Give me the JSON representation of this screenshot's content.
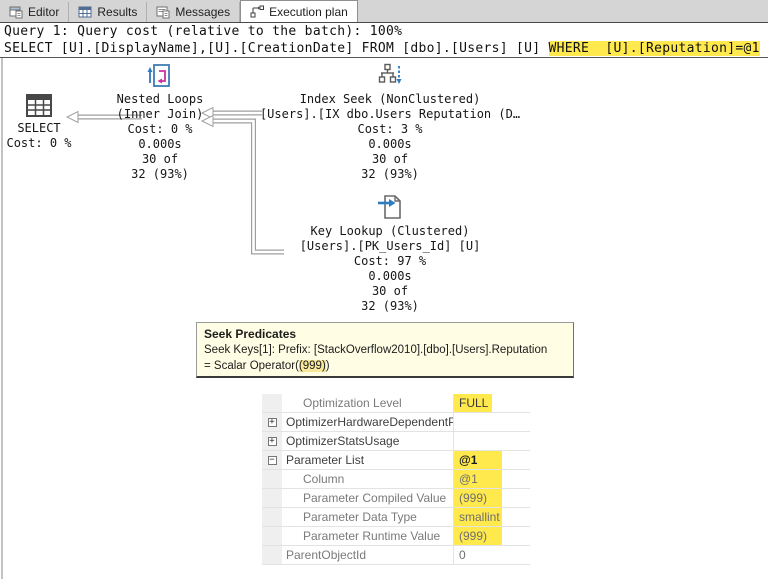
{
  "tabs": [
    {
      "label": "Editor",
      "icon": "editor-icon",
      "active": false
    },
    {
      "label": "Results",
      "icon": "results-icon",
      "active": false
    },
    {
      "label": "Messages",
      "icon": "messages-icon",
      "active": false
    },
    {
      "label": "Execution plan",
      "icon": "execution-plan-icon",
      "active": true
    }
  ],
  "query_header": {
    "line1": "Query 1: Query cost (relative to the batch): 100%",
    "select_pre": "SELECT [U].[DisplayName],[U].[CreationDate] FROM [dbo].[Users] [U] ",
    "select_highlight": "WHERE  [U].[Reputation]=@1"
  },
  "plan": {
    "select_node": {
      "icon": "result-grid-icon",
      "lines": [
        "SELECT",
        "Cost: 0 %"
      ]
    },
    "nested_loops": {
      "icon": "nested-loops-icon",
      "lines": [
        "Nested Loops",
        "(Inner Join)",
        "Cost: 0 %",
        "0.000s",
        "30 of",
        "32 (93%)"
      ]
    },
    "index_seek": {
      "icon": "index-seek-icon",
      "lines": [
        "Index Seek (NonClustered)",
        "[Users].[IX dbo.Users Reputation (D…",
        "Cost: 3 %",
        "0.000s",
        "30 of",
        "32 (93%)"
      ]
    },
    "key_lookup": {
      "icon": "key-lookup-icon",
      "lines": [
        "Key Lookup (Clustered)",
        "[Users].[PK_Users_Id] [U]",
        "Cost: 97 %",
        "0.000s",
        "30 of",
        "32 (93%)"
      ]
    }
  },
  "tooltip": {
    "title": "Seek Predicates",
    "line1": "Seek Keys[1]: Prefix: [StackOverflow2010].[dbo].[Users].Reputation",
    "line2_pre": "= Scalar Operator(",
    "line2_highlight": "(999)",
    "line2_post": ")"
  },
  "properties": {
    "rows": [
      {
        "name": "Optimization Level",
        "value": "FULL",
        "expand_glyph": "",
        "indent": true,
        "highlighted": true
      },
      {
        "name": "OptimizerHardwareDependentPr",
        "value": "",
        "expand_glyph": "+",
        "indent": false,
        "highlighted": false
      },
      {
        "name": "OptimizerStatsUsage",
        "value": "",
        "expand_glyph": "+",
        "indent": false,
        "highlighted": false
      },
      {
        "name": "Parameter List",
        "value": "@1",
        "expand_glyph": "−",
        "indent": false,
        "highlighted": true
      },
      {
        "name": "Column",
        "value": "@1",
        "expand_glyph": "",
        "indent": true,
        "highlighted": true
      },
      {
        "name": "Parameter Compiled Value",
        "value": "(999)",
        "expand_glyph": "",
        "indent": true,
        "highlighted": true
      },
      {
        "name": "Parameter Data Type",
        "value": "smallint",
        "expand_glyph": "",
        "indent": true,
        "highlighted": true
      },
      {
        "name": "Parameter Runtime Value",
        "value": "(999)",
        "expand_glyph": "",
        "indent": true,
        "highlighted": true
      },
      {
        "name": "ParentObjectId",
        "value": "0",
        "expand_glyph": "",
        "indent": false,
        "highlighted": false
      }
    ]
  },
  "colors": {
    "annotation_highlight": "#ffe94d",
    "tooltip_background": "#fffde3",
    "tooltip_highlight": "#f7e79b"
  }
}
